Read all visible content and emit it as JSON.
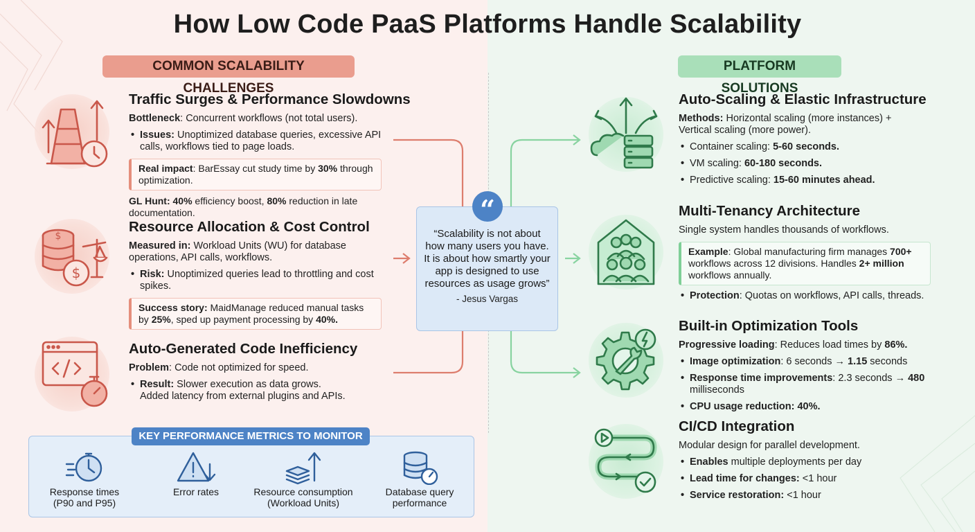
{
  "title": "How Low Code PaaS Platforms Handle Scalability",
  "challenges_label": "COMMON SCALABILITY CHALLENGES",
  "solutions_label": "PLATFORM SOLUTIONS",
  "challenges": [
    {
      "title": "Traffic Surges & Performance Slowdowns",
      "intro_key": "Bottleneck",
      "intro_text": ": Concurrent workflows (not total users).",
      "bullet_key": "Issues:",
      "bullet_text": " Unoptimized database queries, excessive API calls, workflows tied to page loads.",
      "box_key": "Real impact",
      "box_text_1": ": BarEssay cut study time by ",
      "box_bold": "30%",
      "box_text_2": " through optimization.",
      "footer_key": "GL Hunt: ",
      "footer_bold_1": "40%",
      "footer_text_1": " efficiency boost, ",
      "footer_bold_2": "80%",
      "footer_text_2": " reduction in late documentation."
    },
    {
      "title": "Resource Allocation & Cost Control",
      "intro_key": "Measured in:",
      "intro_text": " Workload Units (WU) for database operations, API calls, workflows.",
      "bullet_key": "Risk:",
      "bullet_text": " Unoptimized queries lead to throttling and cost spikes.",
      "box_key": "Success story:",
      "box_text_1": " MaidManage reduced manual tasks by ",
      "box_bold": "25%",
      "box_text_2": ", sped up payment processing by ",
      "box_bold_2": "40%."
    },
    {
      "title": "Auto-Generated Code Inefficiency",
      "intro_key": "Problem",
      "intro_text": ": Code not optimized for speed.",
      "bullet_key": "Result:",
      "bullet_text": " Slower execution as data grows.",
      "bullet_text_2": "Added latency from external plugins and APIs."
    }
  ],
  "quote": {
    "text": "“Scalability is not about how many users you have. It is about how smartly your app is designed to use resources as usage grows”",
    "author": "- Jesus Vargas"
  },
  "metrics": {
    "label": "KEY PERFORMANCE METRICS TO MONITOR",
    "items": [
      {
        "label": "Response times\n(P90 and P95)",
        "icon": "stopwatch-icon"
      },
      {
        "label": "Error rates",
        "icon": "warning-icon"
      },
      {
        "label": "Resource consumption\n(Workload Units)",
        "icon": "stack-arrow-icon"
      },
      {
        "label": "Database query\nperformance",
        "icon": "database-gauge-icon"
      }
    ]
  },
  "solutions": [
    {
      "title": "Auto-Scaling & Elastic Infrastructure",
      "intro_key": "Methods:",
      "intro_text": " Horizontal scaling (more instances) + Vertical scaling (more power).",
      "bullets": [
        {
          "text": "Container scaling: ",
          "bold": "5-60 seconds."
        },
        {
          "text": "VM scaling: ",
          "bold": "60-180 seconds."
        },
        {
          "text": "Predictive scaling: ",
          "bold": "15-60 minutes ahead."
        }
      ]
    },
    {
      "title": "Multi-Tenancy Architecture",
      "intro_text": "Single system handles thousands of workflows.",
      "box_key": "Example",
      "box_text_1": ": Global manufacturing firm manages ",
      "box_bold_1": "700+",
      "box_text_2": " workflows across 12 divisions. Handles ",
      "box_bold_2": "2+ million",
      "box_text_3": " workflows annually.",
      "bullet_key": "Protection",
      "bullet_text": ": Quotas on workflows, API calls, threads."
    },
    {
      "title": "Built-in Optimization Tools",
      "intro_key": "Progressive loading",
      "intro_text": ": Reduces load times by ",
      "intro_bold": "86%.",
      "bullets": [
        {
          "key": "Image optimization",
          "text": ": 6 seconds → ",
          "bold": "1.15",
          "tail": " seconds"
        },
        {
          "key": "Response time improvements",
          "text": ": 2.3 seconds → ",
          "bold": "480",
          "tail": " milliseconds"
        },
        {
          "key": "CPU usage reduction: 40%.",
          "text": "",
          "bold": "",
          "tail": ""
        }
      ]
    },
    {
      "title": "CI/CD Integration",
      "intro_text": "Modular design for parallel development.",
      "bullets": [
        {
          "key": "Enables",
          "text": " multiple deployments per day"
        },
        {
          "key": "Lead time for changes:",
          "text": " <1 hour"
        },
        {
          "key": "Service restoration:",
          "text": " <1 hour"
        }
      ]
    }
  ],
  "colors": {
    "challenge_accent": "#e58e7c",
    "solution_accent": "#7fcf97",
    "quote_accent": "#4d83c6"
  }
}
